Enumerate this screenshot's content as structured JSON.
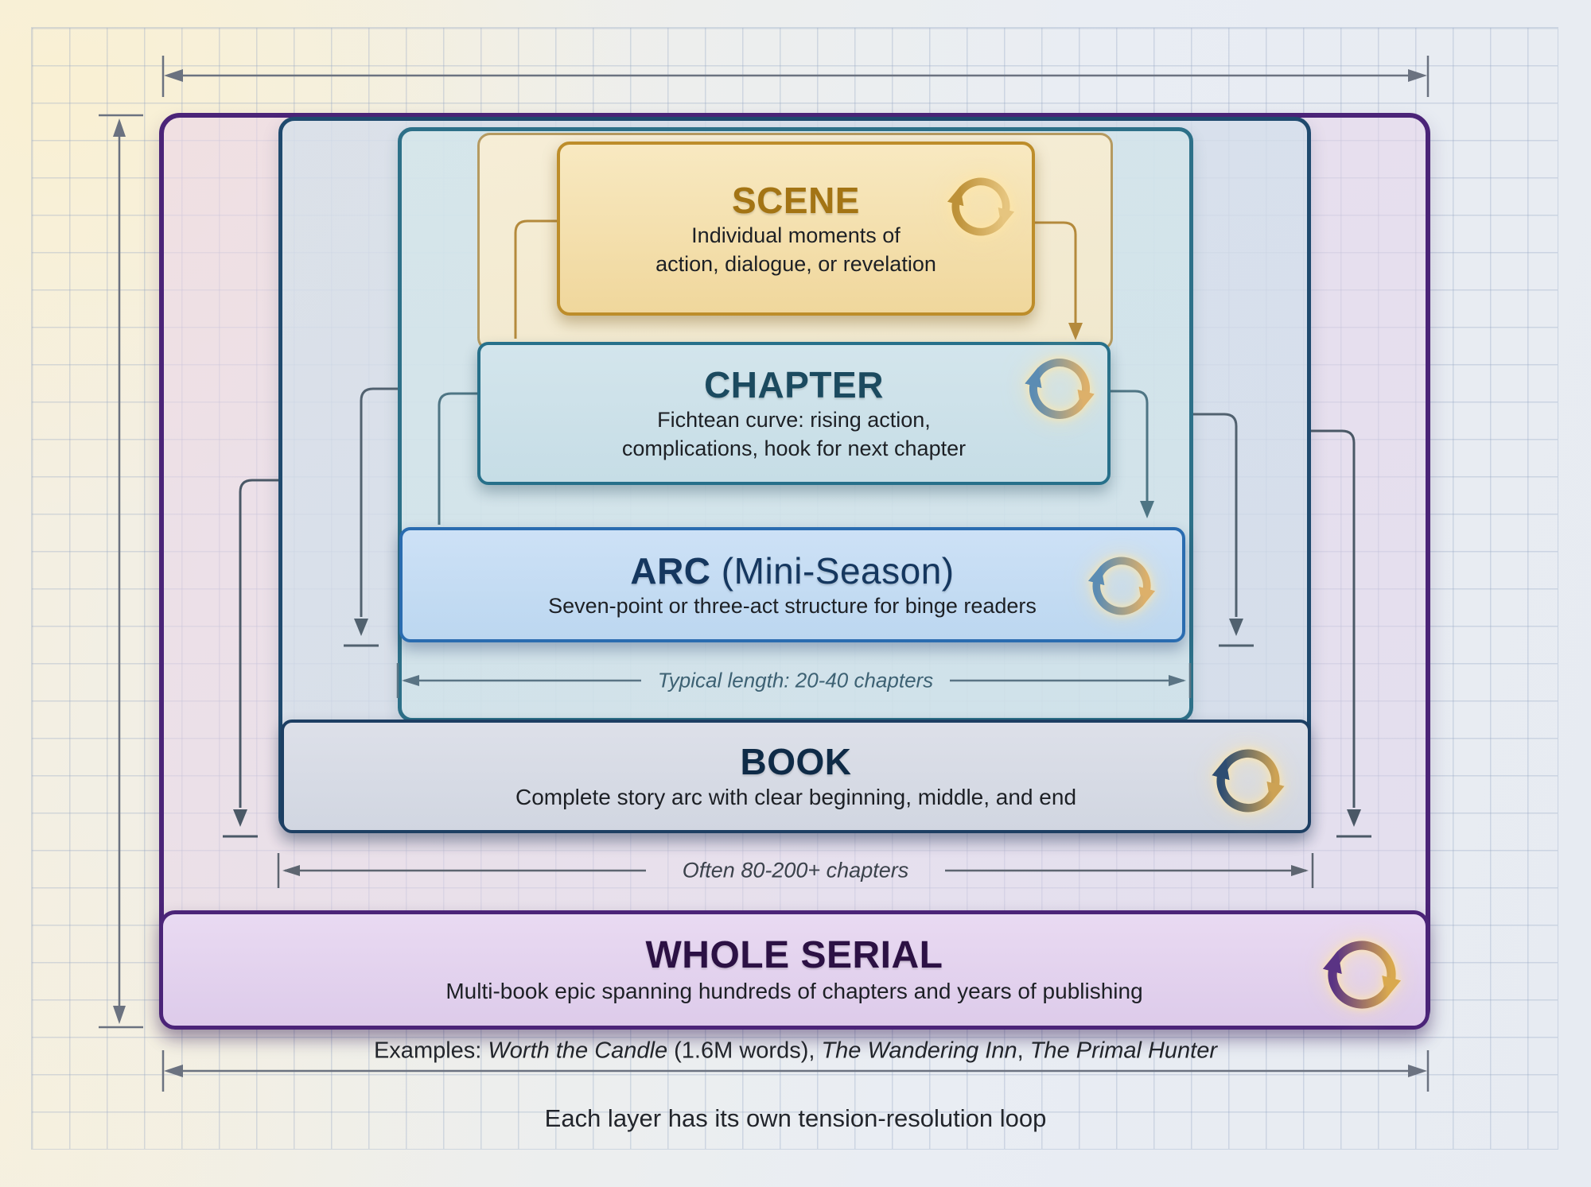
{
  "layers": [
    {
      "id": "scene",
      "title": "SCENE",
      "subtitle": [
        "Individual moments of",
        "action, dialogue, or revelation"
      ],
      "accent": "#bd8d2a",
      "title_color": "#a37414",
      "icon": "cycle-arrows",
      "icon_colors": [
        "#bd9138",
        "#e6c57f"
      ]
    },
    {
      "id": "chapter",
      "title": "CHAPTER",
      "subtitle": [
        "Fichtean curve: rising action,",
        "complications, hook for next chapter"
      ],
      "accent": "#27708a",
      "title_color": "#1b4a5f",
      "icon": "cycle-arrows",
      "icon_colors": [
        "#5b8cb3",
        "#ddb06a"
      ]
    },
    {
      "id": "arc",
      "title": "ARC",
      "title_suffix": " (Mini-Season)",
      "subtitle": "Seven-point or three-act structure for binge readers",
      "accent": "#2a6cb0",
      "title_color": "#15375f",
      "icon": "cycle-arrows",
      "icon_colors": [
        "#5b8cb3",
        "#ddb06a"
      ]
    },
    {
      "id": "book",
      "title": "BOOK",
      "subtitle": "Complete story arc with clear beginning, middle, and end",
      "accent": "#1d3f63",
      "title_color": "#0f2b47",
      "icon": "cycle-arrows",
      "icon_colors": [
        "#2e4d72",
        "#cda254"
      ]
    },
    {
      "id": "serial",
      "title": "WHOLE SERIAL",
      "subtitle": "Multi-book epic spanning hundreds of chapters and years of publishing",
      "accent": "#4b2478",
      "title_color": "#2c1144",
      "icon": "cycle-arrows",
      "icon_colors": [
        "#5a3384",
        "#d9a94e"
      ]
    }
  ],
  "dimensions": {
    "arc_length": "Typical length: 20-40 chapters",
    "book_length": "Often 80-200+ chapters"
  },
  "examples": {
    "segments": [
      {
        "text": "Examples: ",
        "italic": false
      },
      {
        "text": "Worth the Candle",
        "italic": true
      },
      {
        "text": " (1.6M words), ",
        "italic": false
      },
      {
        "text": "The Wandering Inn",
        "italic": true
      },
      {
        "text": ", ",
        "italic": false
      },
      {
        "text": "The Primal Hunter",
        "italic": true
      }
    ]
  },
  "caption": "Each layer has its own tension-resolution loop",
  "colors": {
    "dimension_lines": "#6b7280",
    "connector_gold": "#b48a3c",
    "connector_teal": "#4e7584",
    "connector_slate": "#51616f",
    "grid_line": "#94a6c3"
  }
}
